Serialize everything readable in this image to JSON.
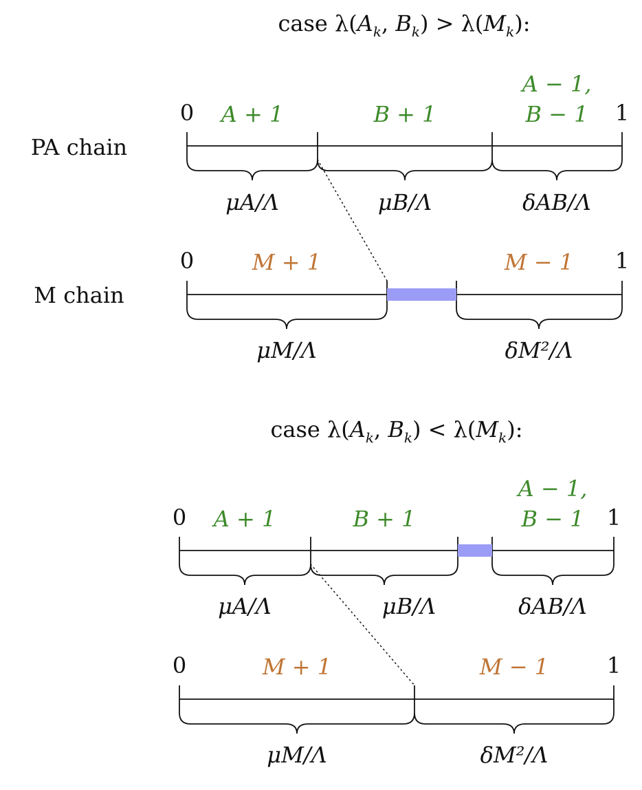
{
  "case1": {
    "title": {
      "prefix": "case λ(",
      "a": "A",
      "sep": ", ",
      "b": "B",
      "mid": ") > λ(",
      "m": "M",
      "suffix": "):"
    },
    "pa_label": "PA chain",
    "m_label": "M chain",
    "pa": {
      "zero": "0",
      "one": "1",
      "seg1_top": "A + 1",
      "seg2_top": "B + 1",
      "seg3_top_line1": "A − 1,",
      "seg3_top_line2": "B − 1",
      "seg1_bottom": "μA/Λ",
      "seg2_bottom": "μB/Λ",
      "seg3_bottom": "δAB/Λ"
    },
    "m": {
      "zero": "0",
      "one": "1",
      "seg1_top": "M + 1",
      "seg3_top": "M − 1",
      "seg1_bottom": "μM/Λ",
      "seg3_bottom": "δM²/Λ"
    }
  },
  "case2": {
    "title": {
      "prefix": "case λ(",
      "a": "A",
      "sep": ", ",
      "b": "B",
      "mid": ") < λ(",
      "m": "M",
      "suffix": "):"
    },
    "pa": {
      "zero": "0",
      "one": "1",
      "seg1_top": "A + 1",
      "seg2_top": "B + 1",
      "seg3_top_line1": "A − 1,",
      "seg3_top_line2": "B − 1",
      "seg1_bottom": "μA/Λ",
      "seg2_bottom": "μB/Λ",
      "seg3_bottom": "δAB/Λ"
    },
    "m": {
      "zero": "0",
      "one": "1",
      "seg1_top": "M + 1",
      "seg2_top": "M − 1",
      "seg1_bottom": "μM/Λ",
      "seg2_bottom": "δM²/Λ"
    }
  },
  "colors": {
    "green": "#3d8a2a",
    "orange": "#c07535",
    "highlight": "#9b9cf5",
    "line": "#111111"
  }
}
